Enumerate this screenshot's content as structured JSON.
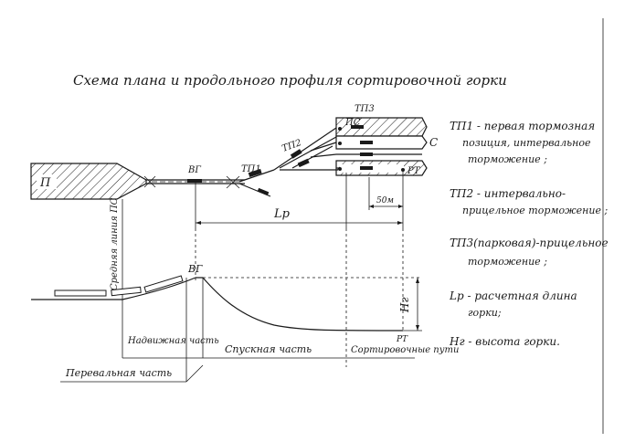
{
  "title": "Схема плана и продольного профиля сортировочной горки",
  "plan": {
    "park_label": "П",
    "hump_top_label": "ВГ",
    "tp1_label": "ТП1",
    "tp2_label": "ТП2",
    "tp3_label": "ТП3",
    "ps_label": "ПС",
    "s_label": "С",
    "rt_label": "РТ",
    "dist_label": "50м",
    "lp_label": "Lр",
    "middle_line_label": "Средняя линия ПС"
  },
  "profile": {
    "hump_top_label": "ВГ",
    "rt_label": "РТ",
    "hg_label": "Hг",
    "zones": {
      "push": "Надвижная часть",
      "descent": "Спускная часть",
      "sorting": "Сортировочные пути",
      "crest": "Перевальная часть"
    }
  },
  "legend": {
    "tp1_line1": "ТП1 - первая тормозная",
    "tp1_line2": "позиция, интервальное",
    "tp1_line3": "торможение ;",
    "tp2_line1": "ТП2 - интервально-",
    "tp2_line2": "прицельное торможение ;",
    "tp3_line1": "ТП3(парковая)-прицельное",
    "tp3_line2": "торможение ;",
    "lp_line1": "Lр - расчетная длина",
    "lp_line2": "горки;",
    "hg_line1": "Hг - высота горки."
  }
}
